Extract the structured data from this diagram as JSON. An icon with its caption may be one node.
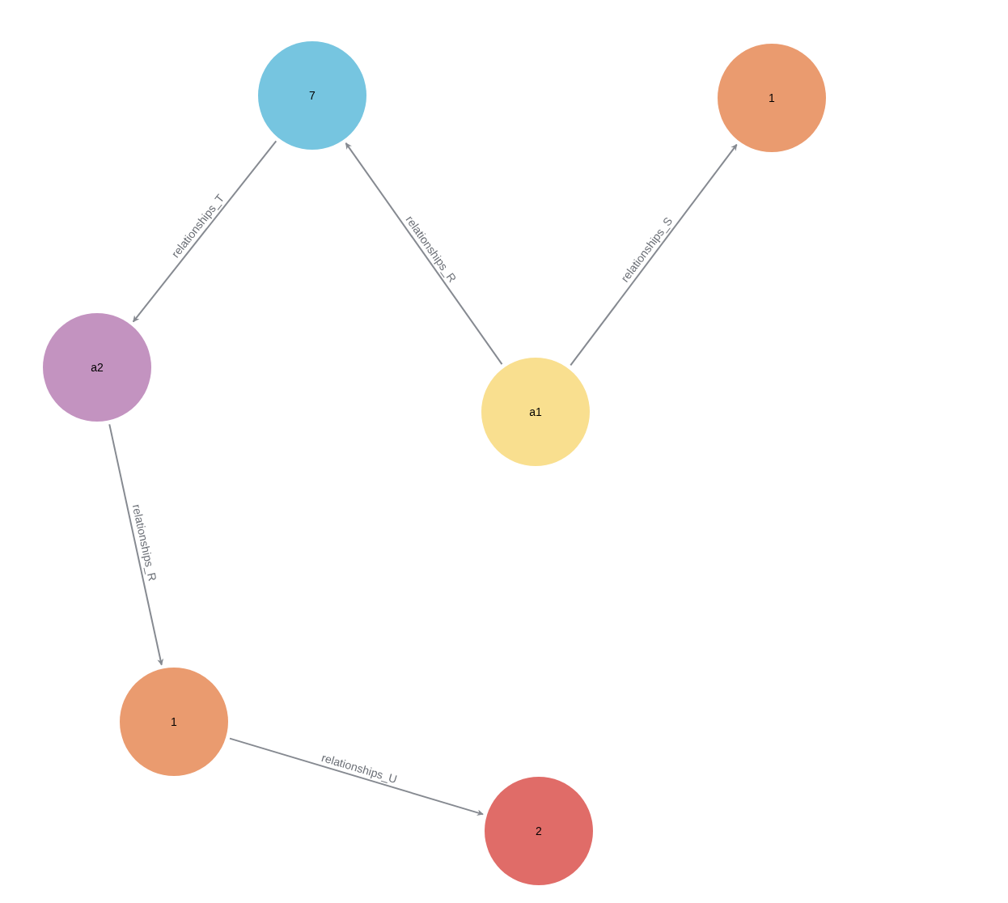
{
  "diagram": {
    "nodes": [
      {
        "text": [
          "7"
        ]
      },
      {
        "text": [
          "1"
        ]
      },
      {
        "text": [
          "a2"
        ]
      },
      {
        "text": [
          "a1"
        ]
      },
      {
        "text": [
          "1"
        ]
      },
      {
        "text": [
          "2"
        ]
      }
    ],
    "edges": [
      {
        "from": 3,
        "to": 0,
        "arrow": "to",
        "label": "relationships_R"
      },
      {
        "from": 3,
        "to": 1,
        "arrow": "to",
        "label": "relationships_S"
      },
      {
        "from": 0,
        "to": 2,
        "arrow": "to",
        "label": "relationships_T"
      },
      {
        "from": 2,
        "to": 4,
        "arrow": "to",
        "label": "relationships_R"
      },
      {
        "from": 4,
        "to": 5,
        "arrow": "to",
        "label": "relationships_U"
      }
    ]
  }
}
